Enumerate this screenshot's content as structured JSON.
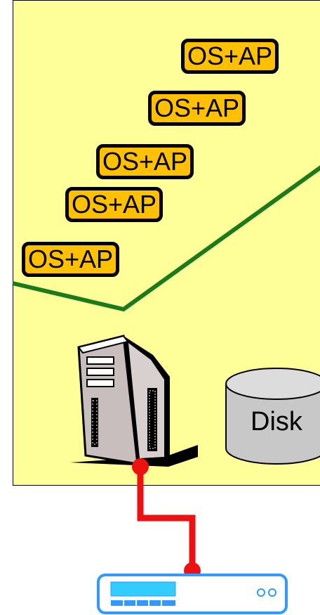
{
  "stack": {
    "boxes": [
      {
        "label": "OS+AP"
      },
      {
        "label": "OS+AP"
      },
      {
        "label": "OS+AP"
      },
      {
        "label": "OS+AP"
      },
      {
        "label": "OS+AP"
      }
    ]
  },
  "disk": {
    "label": "Disk"
  },
  "colors": {
    "panel_fill": "#ffff99",
    "box_fill": "#ffc000",
    "trend_line": "#1b7a1b",
    "connection": "#ee1111",
    "device_outline": "#3399ff"
  },
  "icons": {
    "server": "tower-server-icon",
    "disk": "disk-cylinder-icon",
    "network_device": "network-router-icon"
  }
}
